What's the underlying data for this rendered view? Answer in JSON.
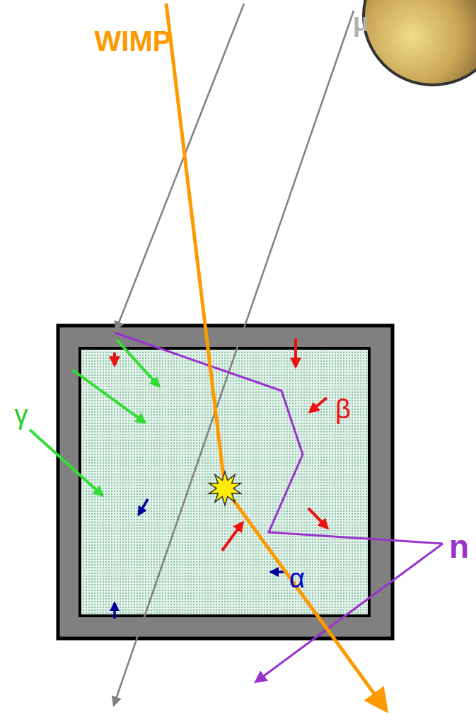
{
  "diagram": {
    "labels": [
      "WIMP",
      "μ",
      "γ",
      "β",
      "α",
      "n"
    ]
  }
}
